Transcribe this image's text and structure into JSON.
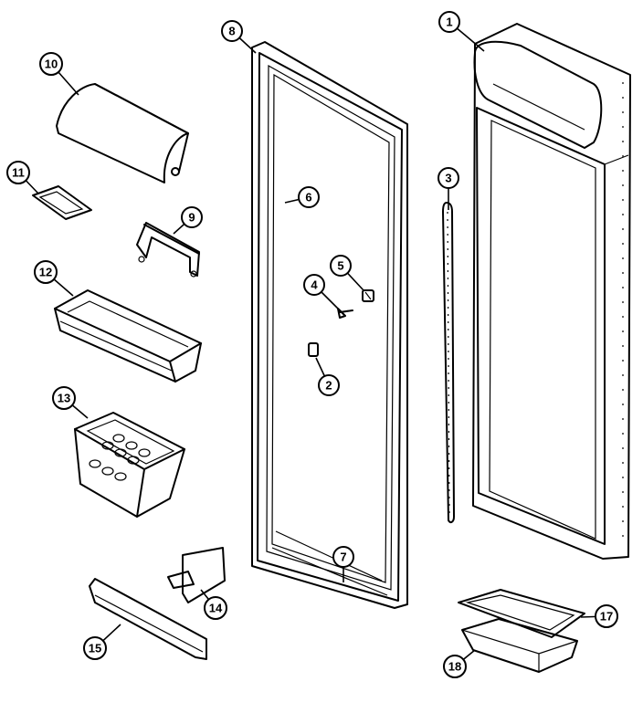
{
  "diagram": {
    "callouts": [
      {
        "id": "1",
        "label": "1"
      },
      {
        "id": "2",
        "label": "2"
      },
      {
        "id": "3",
        "label": "3"
      },
      {
        "id": "4",
        "label": "4"
      },
      {
        "id": "5",
        "label": "5"
      },
      {
        "id": "6",
        "label": "6"
      },
      {
        "id": "7",
        "label": "7"
      },
      {
        "id": "8",
        "label": "8"
      },
      {
        "id": "9",
        "label": "9"
      },
      {
        "id": "10",
        "label": "10"
      },
      {
        "id": "11",
        "label": "11"
      },
      {
        "id": "12",
        "label": "12"
      },
      {
        "id": "13",
        "label": "13"
      },
      {
        "id": "14",
        "label": "14"
      },
      {
        "id": "15",
        "label": "15"
      },
      {
        "id": "17",
        "label": "17"
      },
      {
        "id": "18",
        "label": "18"
      }
    ]
  }
}
